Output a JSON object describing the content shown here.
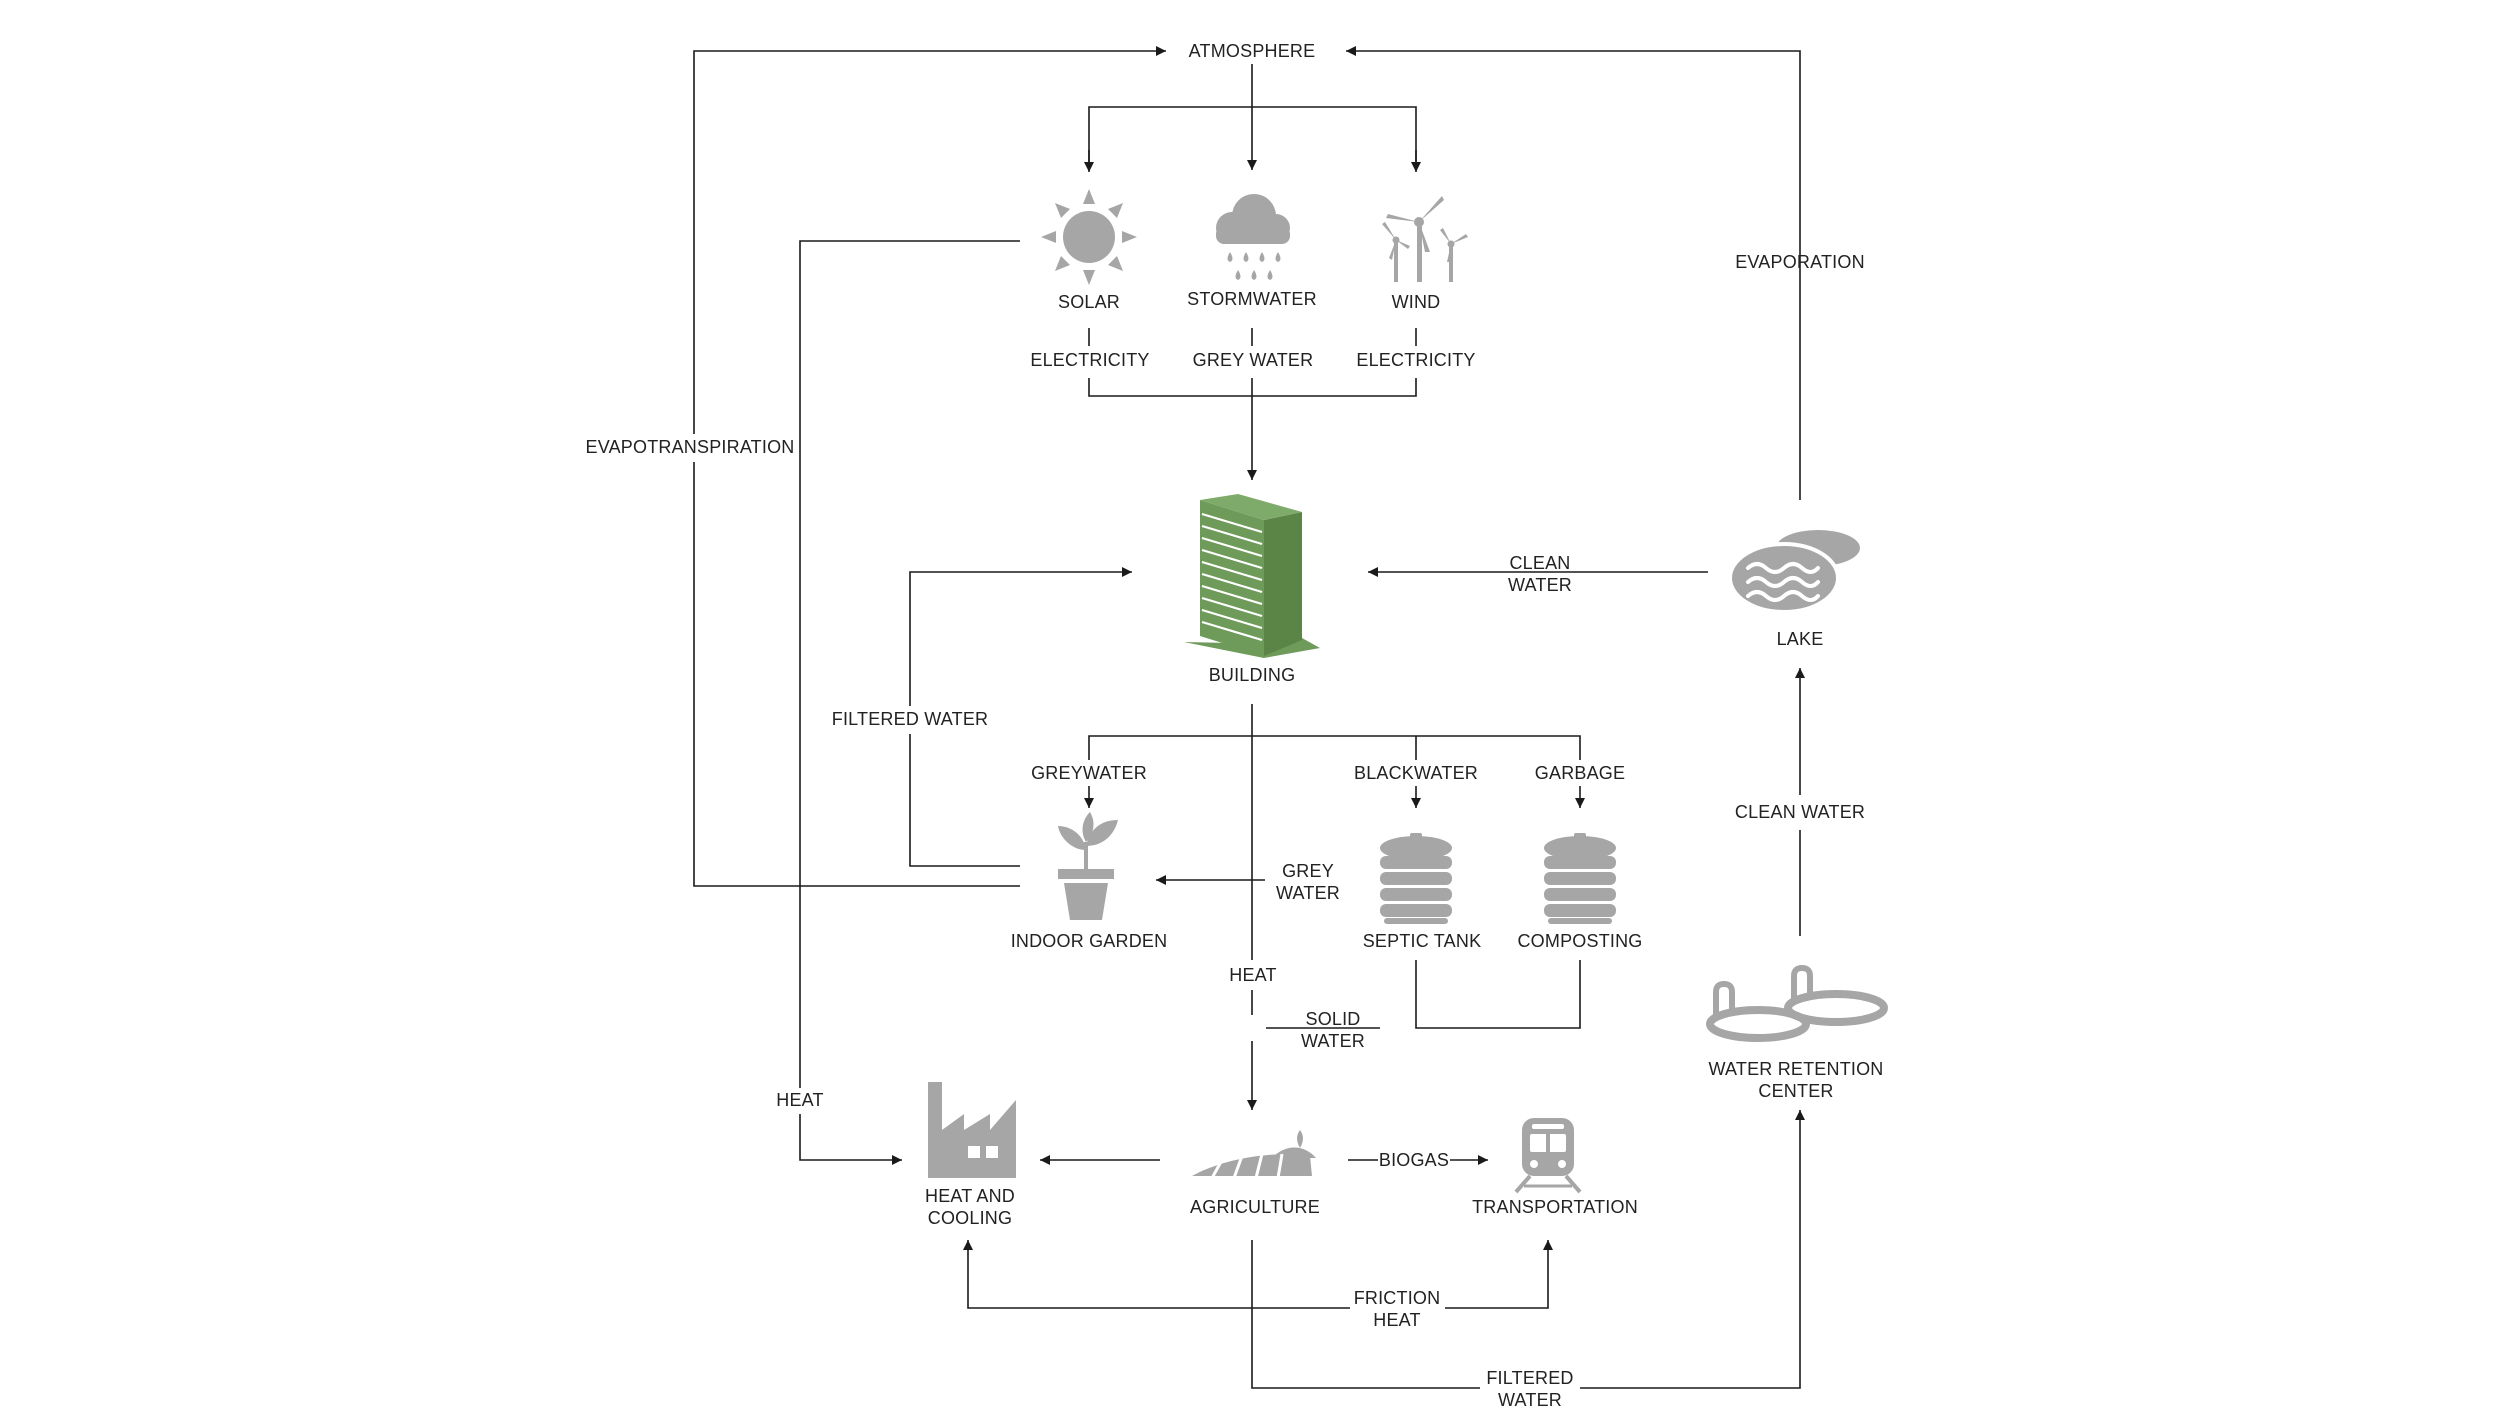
{
  "nodes": {
    "atmosphere": "ATMOSPHERE",
    "solar": "SOLAR",
    "stormwater": "STORMWATER",
    "wind": "WIND",
    "building": "BUILDING",
    "lake": "LAKE",
    "indoor_garden": "INDOOR GARDEN",
    "septic_tank": "SEPTIC TANK",
    "composting": "COMPOSTING",
    "heat_and_cooling": [
      "HEAT AND",
      "COOLING"
    ],
    "agriculture": "AGRICULTURE",
    "transportation": "TRANSPORTATION",
    "water_retention_center": [
      "WATER RETENTION",
      "CENTER"
    ]
  },
  "flows": {
    "electricity_solar": "ELECTRICITY",
    "grey_water_storm": "GREY WATER",
    "electricity_wind": "ELECTRICITY",
    "evaporation": "EVAPORATION",
    "evapotranspiration": "EVAPOTRANSPIRATION",
    "clean_water_lake": [
      "CLEAN",
      "WATER"
    ],
    "filtered_water_garden": "FILTERED WATER",
    "greywater": "GREYWATER",
    "blackwater": "BLACKWATER",
    "garbage": "GARBAGE",
    "grey_water_septic": [
      "GREY",
      "WATER"
    ],
    "heat_building": "HEAT",
    "solid_water": [
      "SOLID",
      "WATER"
    ],
    "clean_water_retention": "CLEAN WATER",
    "heat_solar": "HEAT",
    "biogas": "BIOGAS",
    "friction_heat": [
      "FRICTION",
      "HEAT"
    ],
    "filtered_water_agri": [
      "FILTERED",
      "WATER"
    ]
  },
  "colors": {
    "building": "#6e9a5a",
    "icon_grey": "#a6a6a6",
    "line": "#1a1a1a"
  }
}
